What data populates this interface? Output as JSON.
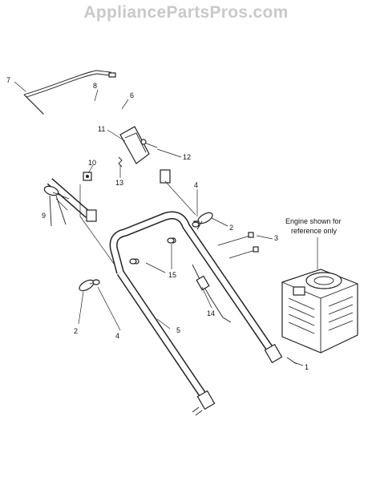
{
  "watermark": "AppliancePartsPros.com",
  "note": {
    "line1": "Engine shown for",
    "line2": "reference only"
  },
  "callouts": {
    "c1": "1",
    "c2a": "2",
    "c2b": "2",
    "c3": "3",
    "c4a": "4",
    "c4b": "4",
    "c5": "5",
    "c6": "6",
    "c7": "7",
    "c8": "8",
    "c9": "9",
    "c10": "10",
    "c11": "11",
    "c12": "12",
    "c13": "13",
    "c14": "14",
    "c15": "15"
  }
}
